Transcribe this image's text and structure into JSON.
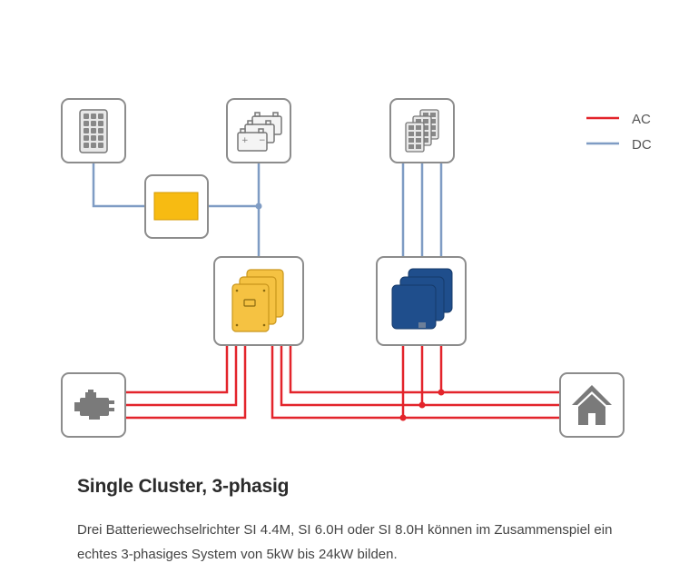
{
  "legend": {
    "ac_label": "AC",
    "dc_label": "DC",
    "ac_color": "#e3242b",
    "dc_color": "#7f9cc4"
  },
  "components": {
    "pv_module": "solar-panel-icon",
    "battery": "battery-bank-icon",
    "pv_array": "pv-array-icon",
    "charge_controller": "charge-controller-icon",
    "battery_inverters": "sunny-island-inverters-icon",
    "pv_inverters": "sunny-boy-inverters-icon",
    "generator": "generator-engine-icon",
    "home": "house-icon"
  },
  "colors": {
    "box_border": "#8c8c8c",
    "inverter_yellow": "#f5c242",
    "inverter_blue": "#1f4e8c"
  },
  "caption": {
    "title": "Single Cluster, 3-phasig",
    "body": "Drei Batteriewechselrichter SI 4.4M, SI 6.0H oder SI 8.0H können im Zusammenspiel ein echtes 3-phasiges System von 5kW bis 24kW bilden."
  }
}
